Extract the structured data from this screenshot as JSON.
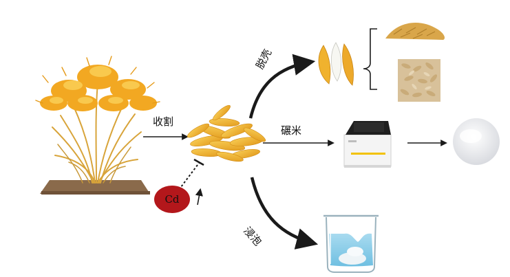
{
  "labels": {
    "harvest": "收割",
    "hull": "脱壳",
    "mill": "碾米",
    "soak": "浸泡",
    "cadmium": "Cd"
  },
  "colors": {
    "grain": "#f3b42c",
    "grain_dark": "#d98e16",
    "cd": "#b3171b",
    "soil": "#8a6a4b",
    "machine_accent": "#f2c200",
    "arrow": "#1a1a1a"
  }
}
